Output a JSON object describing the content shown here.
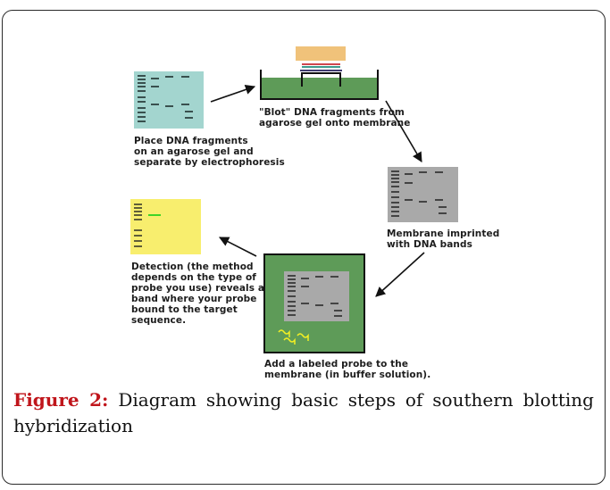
{
  "steps": {
    "gel": {
      "lines": [
        "Place DNA fragments",
        "on an agarose gel and",
        "separate by electrophoresis"
      ]
    },
    "blot": {
      "lines": [
        "\"Blot\" DNA fragments from",
        "agarose gel onto membrane"
      ]
    },
    "membrane": {
      "lines": [
        "Membrane imprinted",
        "with DNA bands"
      ]
    },
    "probe": {
      "lines": [
        "Add a labeled probe to the",
        "membrane (in buffer solution)."
      ]
    },
    "detection": {
      "lines": [
        "Detection (the method",
        "depends on the type of",
        "probe you use) reveals a",
        "band where your probe",
        "bound to the target",
        "sequence."
      ]
    }
  },
  "caption": {
    "label": "Figure 2:",
    "text": " Diagram showing basic steps of southern blotting hybridization"
  },
  "colors": {
    "gel": "#a3d5cf",
    "tray": "#5e9b58",
    "membrane": "#a9a9a9",
    "sponge": "#f0c27a",
    "film": "#f8ee6e",
    "probe": "#f2ef23",
    "band_highlight": "#29d11f",
    "caption_label": "#c0151b"
  }
}
